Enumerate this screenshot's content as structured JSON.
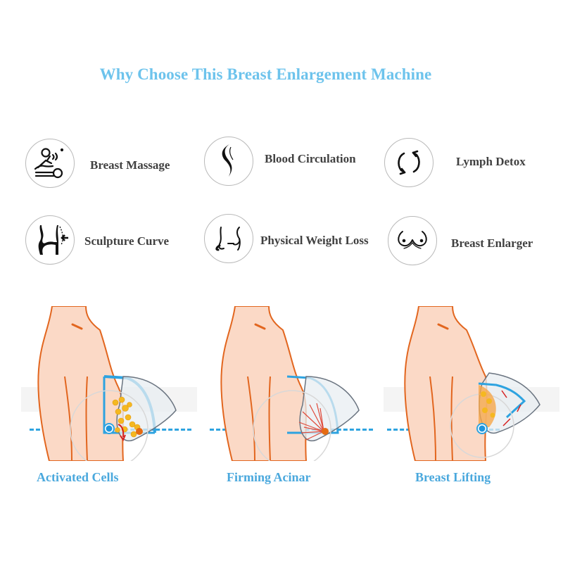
{
  "page": {
    "title": "Why Choose This Breast Enlargement Machine",
    "colors": {
      "title_blue": "#6dc3ec",
      "caption_blue": "#4aa8dd",
      "label_gray": "#404040",
      "skin": "#fbd9c6",
      "skin_outline": "#e2661f",
      "cup_blue": "#2ea3e0",
      "cell_yellow": "#f5b820"
    }
  },
  "features": [
    {
      "label": "Breast Massage",
      "icon": "massage-icon"
    },
    {
      "label": "Blood Circulation",
      "icon": "body-curve-icon"
    },
    {
      "label": "Lymph Detox",
      "icon": "cycle-arrows-icon"
    },
    {
      "label": "Sculpture Curve",
      "icon": "waist-curve-icon"
    },
    {
      "label": "Physical Weight Loss",
      "icon": "slim-body-icon"
    },
    {
      "label": "Breast Enlarger",
      "icon": "breasts-icon"
    }
  ],
  "illustrations": [
    {
      "caption": "Activated Cells",
      "detail": "yellow-cells"
    },
    {
      "caption": "Firming Acinar",
      "detail": "red-acinar-network"
    },
    {
      "caption": "Breast Lifting",
      "detail": "lifting-arrows"
    }
  ]
}
